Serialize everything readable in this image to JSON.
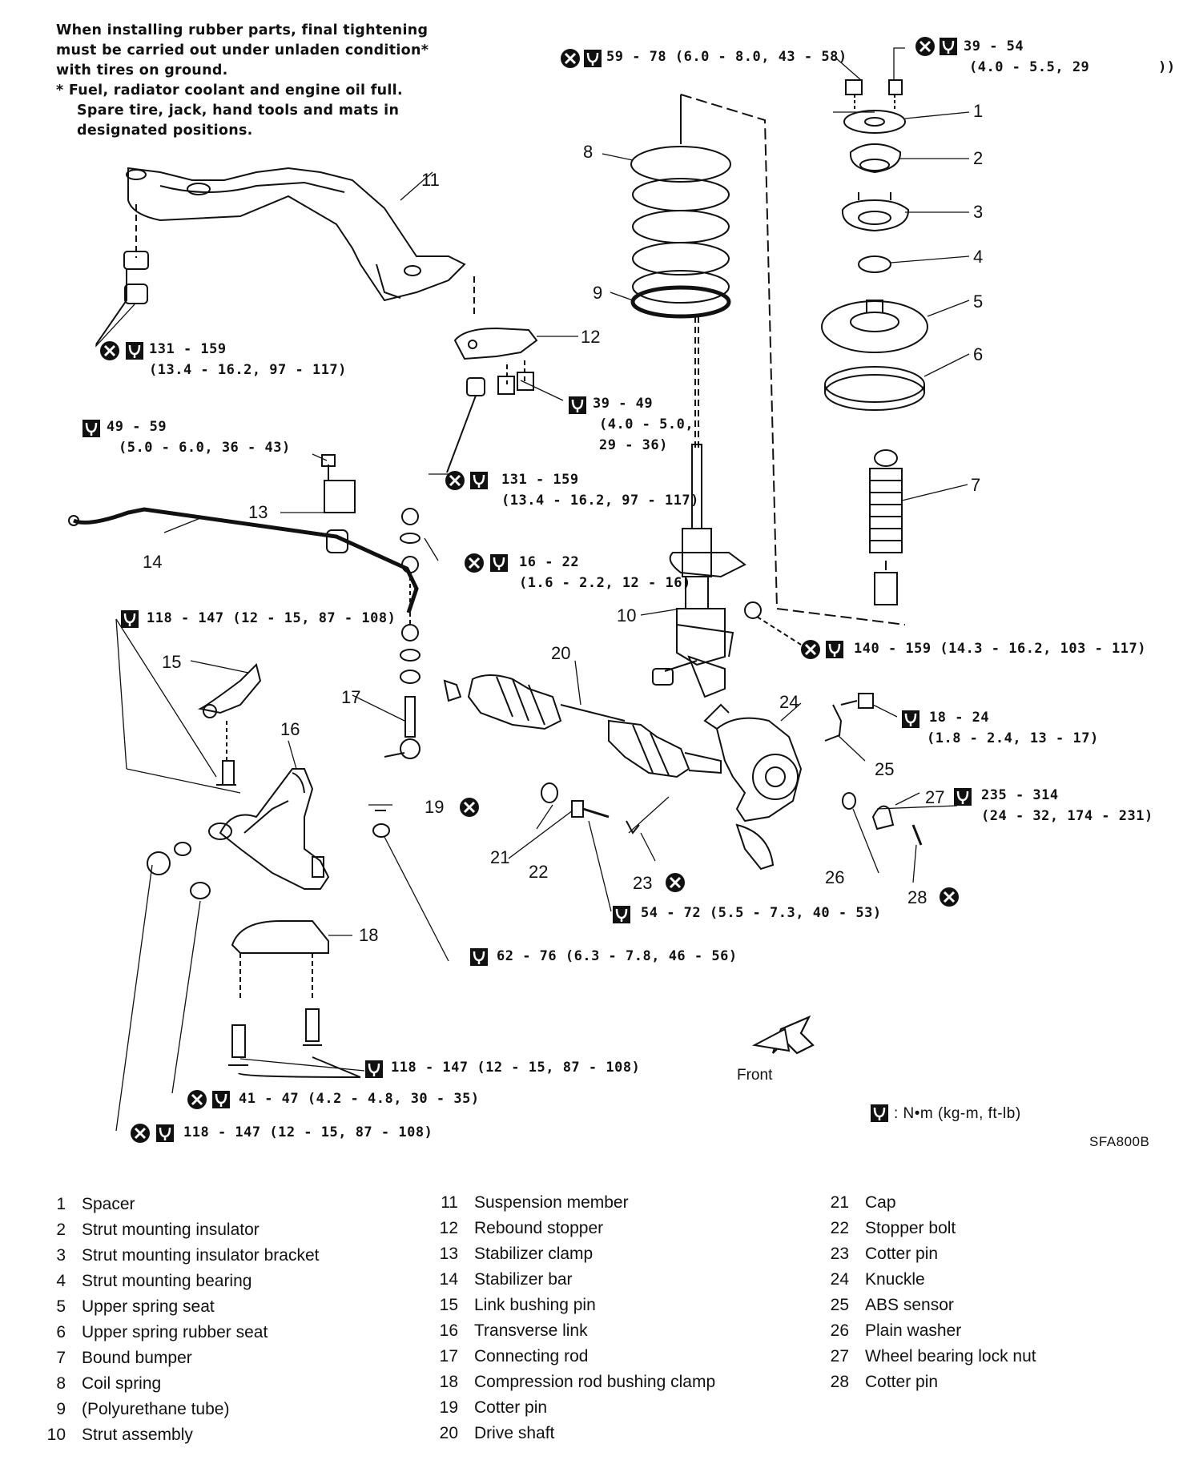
{
  "note": {
    "line1": "When installing rubber parts, final tightening",
    "line2": "must be carried out under unladen condition*",
    "line3": "with tires on ground.",
    "line4": "*  Fuel, radiator coolant and engine oil full.",
    "line5": "Spare tire, jack, hand tools and mats in",
    "line6": "designated positions."
  },
  "torques": {
    "t_top_nut": "59 - 78 (6.0 - 8.0, 43 - 58)",
    "t_top_right_a": "39 - 54",
    "t_top_right_b": "(4.0 - 5.5, 29        ))",
    "t_member_a": "131 - 159",
    "t_member_b": "(13.4 - 16.2, 97 - 117)",
    "t_rebound_a": "39 - 49",
    "t_rebound_b": "(4.0 - 5.0,",
    "t_rebound_c": "29 - 36)",
    "t_clamp_a": "49 - 59",
    "t_clamp_b": "(5.0 - 6.0, 36 - 43)",
    "t_rebound_nut_a": "131 - 159",
    "t_rebound_nut_b": "(13.4 - 16.2, 97 - 117)",
    "t_link_a": "16 - 22",
    "t_link_b": "(1.6 - 2.2, 12 - 16)",
    "t_link_pin": "118 - 147 (12 - 15, 87 - 108)",
    "t_strut": "140 - 159 (14.3 - 16.2, 103 - 117)",
    "t_abs_a": "18 - 24",
    "t_abs_b": "(1.8 - 2.4, 13 - 17)",
    "t_hub_a": "235 - 314",
    "t_hub_b": "(24 - 32, 174 - 231)",
    "t_stopper": "54 - 72 (5.5 - 7.3, 40 - 53)",
    "t_rod_nut": "62 - 76 (6.3 - 7.8, 46 - 56)",
    "t_clamp_bolts": "118 - 147 (12 - 15, 87 - 108)",
    "t_41": "41 - 47 (4.2 - 4.8, 30 - 35)",
    "t_bottom": "118 - 147 (12 - 15, 87 - 108)"
  },
  "callouts": {
    "c1": "1",
    "c2": "2",
    "c3": "3",
    "c4": "4",
    "c5": "5",
    "c6": "6",
    "c7": "7",
    "c8": "8",
    "c9": "9",
    "c10": "10",
    "c11": "11",
    "c12": "12",
    "c13": "13",
    "c14": "14",
    "c15": "15",
    "c16": "16",
    "c17": "17",
    "c18": "18",
    "c19": "19",
    "c20": "20",
    "c21": "21",
    "c22": "22",
    "c23": "23",
    "c24": "24",
    "c25": "25",
    "c26": "26",
    "c27": "27",
    "c28": "28"
  },
  "front_label": "Front",
  "unit_legend": ": N•m (kg-m, ft-lb)",
  "figure_code": "SFA800B",
  "legend": [
    {
      "n": "1",
      "label": "Spacer"
    },
    {
      "n": "2",
      "label": "Strut mounting insulator"
    },
    {
      "n": "3",
      "label": "Strut mounting insulator bracket"
    },
    {
      "n": "4",
      "label": "Strut mounting bearing"
    },
    {
      "n": "5",
      "label": "Upper spring seat"
    },
    {
      "n": "6",
      "label": "Upper spring rubber seat"
    },
    {
      "n": "7",
      "label": "Bound bumper"
    },
    {
      "n": "8",
      "label": "Coil spring"
    },
    {
      "n": "9",
      "label": "(Polyurethane tube)"
    },
    {
      "n": "10",
      "label": "Strut assembly"
    },
    {
      "n": "11",
      "label": "Suspension member"
    },
    {
      "n": "12",
      "label": "Rebound stopper"
    },
    {
      "n": "13",
      "label": "Stabilizer clamp"
    },
    {
      "n": "14",
      "label": "Stabilizer bar"
    },
    {
      "n": "15",
      "label": "Link bushing pin"
    },
    {
      "n": "16",
      "label": "Transverse link"
    },
    {
      "n": "17",
      "label": "Connecting rod"
    },
    {
      "n": "18",
      "label": "Compression rod bushing clamp"
    },
    {
      "n": "19",
      "label": "Cotter pin"
    },
    {
      "n": "20",
      "label": "Drive shaft"
    },
    {
      "n": "21",
      "label": "Cap"
    },
    {
      "n": "22",
      "label": "Stopper bolt"
    },
    {
      "n": "23",
      "label": "Cotter pin"
    },
    {
      "n": "24",
      "label": "Knuckle"
    },
    {
      "n": "25",
      "label": "ABS sensor"
    },
    {
      "n": "26",
      "label": "Plain washer"
    },
    {
      "n": "27",
      "label": "Wheel bearing lock nut"
    },
    {
      "n": "28",
      "label": "Cotter pin"
    }
  ]
}
